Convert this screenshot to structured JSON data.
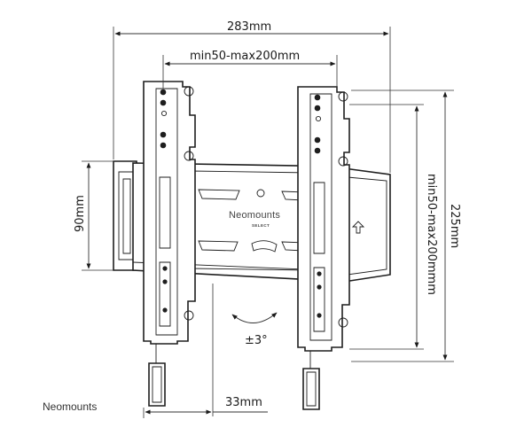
{
  "dimensions": {
    "width_total": "283mm",
    "vesa_horizontal": "min50-max200mm",
    "height_plate": "90mm",
    "vesa_vertical": "min50-max200mmm",
    "height_total": "225mm",
    "depth": "33mm",
    "tilt": "±3°"
  },
  "plate": {
    "brand": "Neomounts",
    "sub": "SELECT"
  },
  "footer": {
    "brand": "Neomounts"
  },
  "colors": {
    "line": "#1e1e1e",
    "arrow": "#1a1a1a"
  }
}
